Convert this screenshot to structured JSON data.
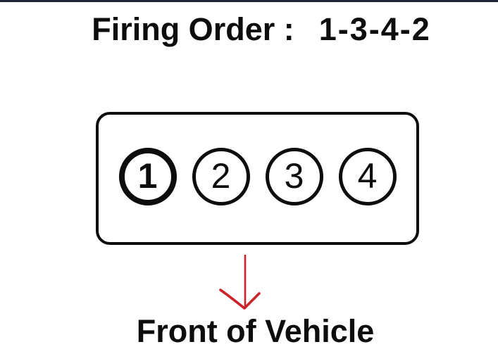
{
  "page": {
    "background_color": "#ffffff",
    "top_line_color": "#1c2733",
    "text_color": "#0d0d0d"
  },
  "title": {
    "label": "Firing Order :",
    "value": "1-3-4-2"
  },
  "diagram": {
    "outline_color": "#0d0d0d",
    "cylinders": [
      {
        "number": "1",
        "emphasized": true
      },
      {
        "number": "2",
        "emphasized": false
      },
      {
        "number": "3",
        "emphasized": false
      },
      {
        "number": "4",
        "emphasized": false
      }
    ]
  },
  "arrow": {
    "direction": "down",
    "color": "#cc2229"
  },
  "footer": {
    "label": "Front of Vehicle"
  }
}
